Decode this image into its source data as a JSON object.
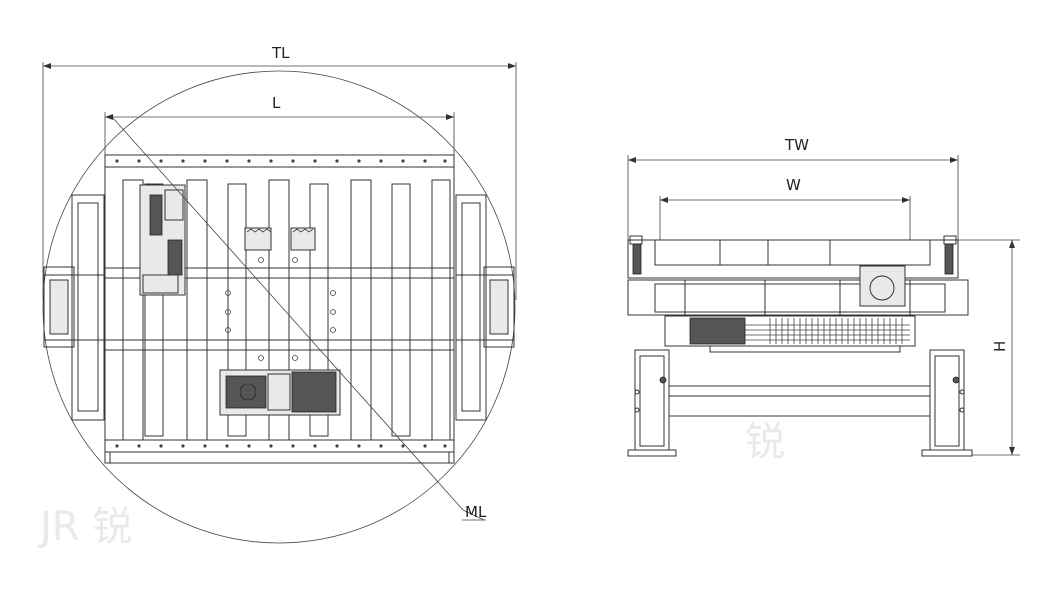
{
  "labels": {
    "tl": "TL",
    "l": "L",
    "ml": "ML",
    "tw": "TW",
    "w": "W",
    "h": "H"
  },
  "watermark": "JR 锐",
  "colors": {
    "line": "#333333",
    "background": "#ffffff"
  }
}
